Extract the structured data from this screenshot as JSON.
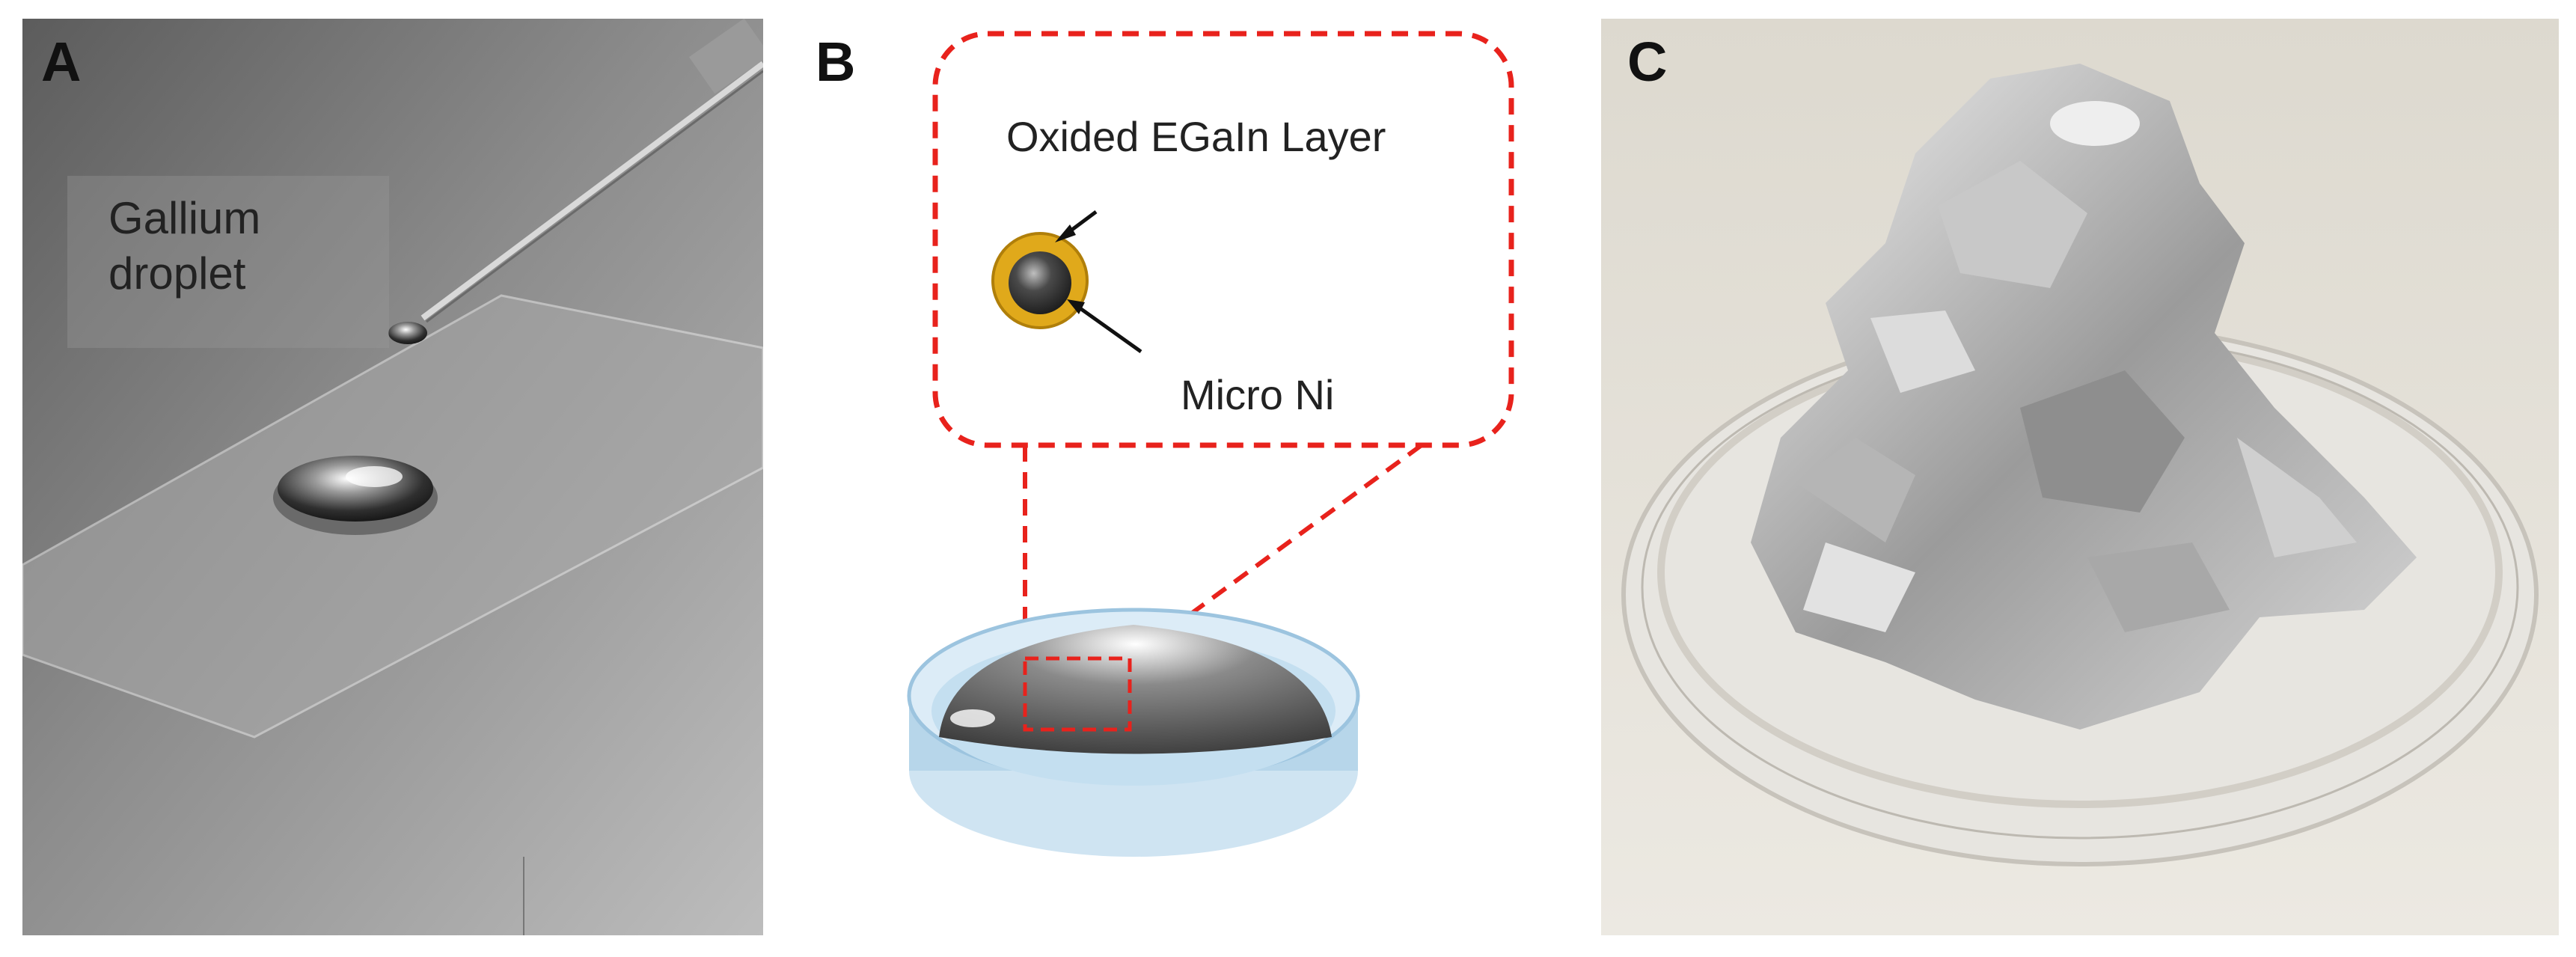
{
  "panels": {
    "a": {
      "letter": "A",
      "label_line1": "Gallium",
      "label_line2": "droplet"
    },
    "b": {
      "letter": "B",
      "label_layer": "Oxided EGaIn Layer",
      "label_core": "Micro Ni"
    },
    "c": {
      "letter": "C"
    }
  },
  "colors": {
    "inset_border": "#e8221c",
    "oxide_shell": "#e0a91b",
    "dish_blue": "#b7d6ea"
  }
}
